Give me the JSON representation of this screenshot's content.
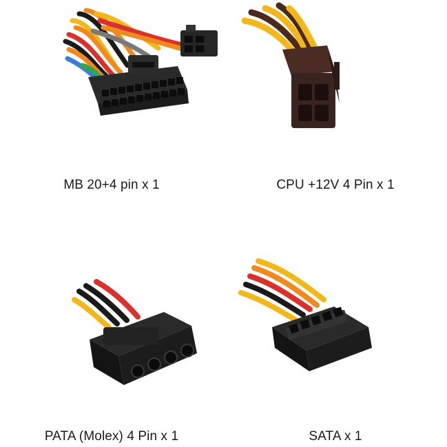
{
  "connectors": [
    {
      "caption": "MB 20+4 pin x 1",
      "icon": "mb-24pin-connector-image"
    },
    {
      "caption": "CPU +12V 4 Pin x 1",
      "icon": "cpu-4pin-connector-image"
    },
    {
      "caption": "PATA (Molex) 4 Pin x 1",
      "icon": "molex-4pin-connector-image"
    },
    {
      "caption": "SATA x 1",
      "icon": "sata-connector-image"
    }
  ],
  "colors": {
    "connector_body": "#1c1c1c",
    "wire_red": "#d9312b",
    "wire_yellow": "#f2b81b",
    "wire_orange": "#f08a1e",
    "wire_black": "#1a1a1a",
    "cpu_body": "#3a2420",
    "wire_brown": "#4a2a1c"
  }
}
